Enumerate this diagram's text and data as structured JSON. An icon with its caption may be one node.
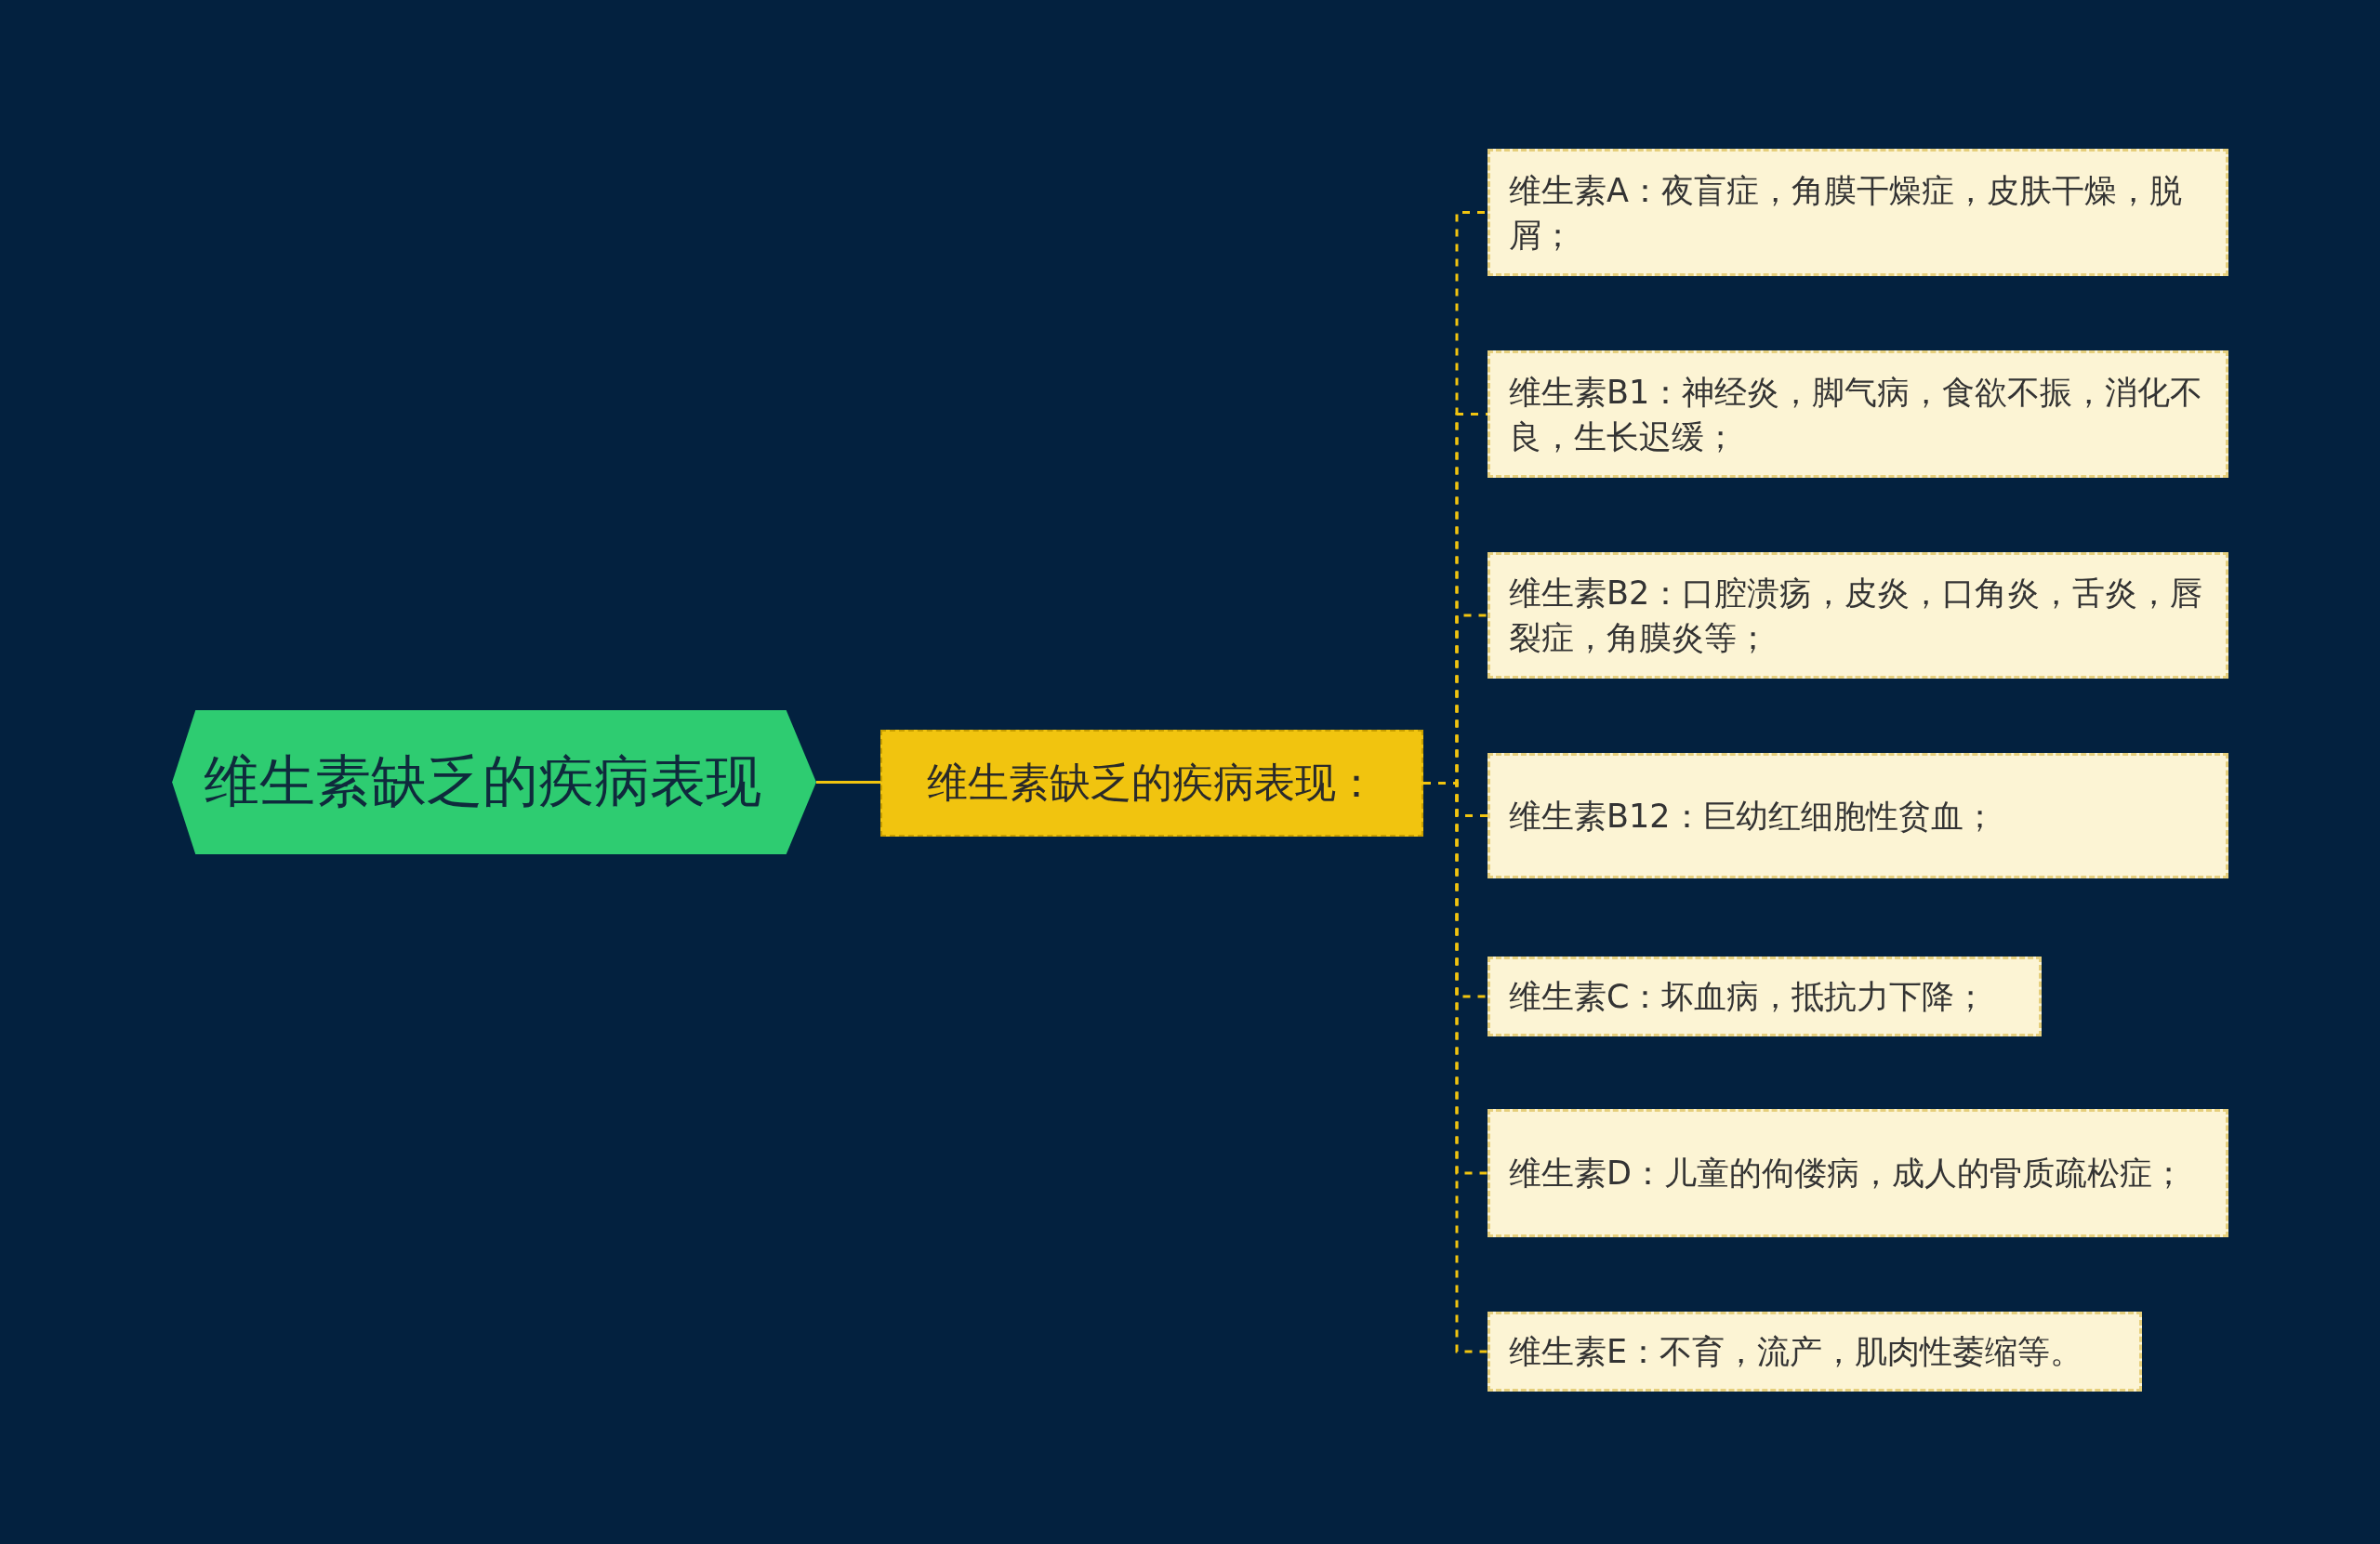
{
  "diagram": {
    "nodes": [
      {
        "text": [
          "维生素缺乏的疾病表现"
        ]
      },
      {
        "text": [
          "维生素缺乏的疾病表现："
        ]
      },
      {
        "text": [
          "维生素A：夜盲症，角膜干燥症，皮肤干燥，脱屑；"
        ]
      },
      {
        "text": [
          "维生素B1：神经炎，脚气病，食欲不振，消化不良，生长迟缓；"
        ]
      },
      {
        "text": [
          "维生素B2：口腔溃疡，皮炎，口角炎，舌炎，唇裂症，角膜炎等；"
        ]
      },
      {
        "text": [
          "维生素B12：巨幼红细胞性贫血；"
        ]
      },
      {
        "text": [
          "维生素C：坏血病，抵抗力下降；"
        ]
      },
      {
        "text": [
          "维生素D：儿童的佝偻病，成人的骨质疏松症；"
        ]
      },
      {
        "text": [
          "维生素E：不育，流产，肌肉性萎缩等。"
        ]
      }
    ],
    "edges": [
      {
        "from": 0,
        "to": 1,
        "arrow": "none"
      },
      {
        "from": 1,
        "to": 2,
        "arrow": "none",
        "style": "dashed"
      },
      {
        "from": 1,
        "to": 3,
        "arrow": "none",
        "style": "dashed"
      },
      {
        "from": 1,
        "to": 4,
        "arrow": "none",
        "style": "dashed"
      },
      {
        "from": 1,
        "to": 5,
        "arrow": "none",
        "style": "dashed"
      },
      {
        "from": 1,
        "to": 6,
        "arrow": "none",
        "style": "dashed"
      },
      {
        "from": 1,
        "to": 7,
        "arrow": "none",
        "style": "dashed"
      },
      {
        "from": 1,
        "to": 8,
        "arrow": "none",
        "style": "dashed"
      }
    ]
  }
}
